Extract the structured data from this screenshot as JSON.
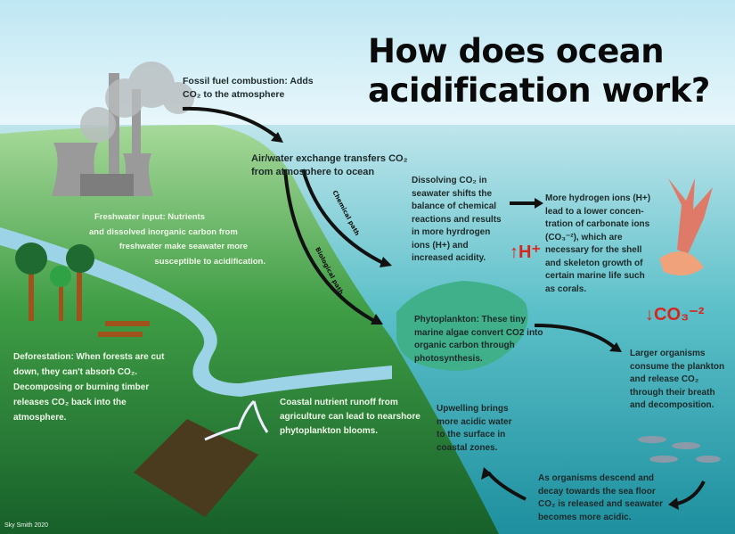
{
  "title": {
    "line1": "How does ocean",
    "line2": "acidification work?"
  },
  "labels": {
    "fossil": [
      "Fossil fuel combustion: Adds",
      "CO₂ to the atmosphere"
    ],
    "exchange": [
      "Air/water exchange transfers CO₂",
      "from atmosphere to ocean"
    ],
    "chemical_path": "Chemical path",
    "biological_path": "Biological path",
    "dissolving": [
      "Dissolving CO₂ in",
      "seawater shifts the",
      "balance of chemical",
      "reactions and results",
      "in more hyrdrogen",
      "ions (H+) and",
      "increased acidity."
    ],
    "hydrogen": [
      "More hydrogen ions (H+)",
      "lead to a lower concen-",
      "tration of carbonate ions",
      "(CO₃⁻²), which are",
      "necessary for the shell",
      "and skeleton growth of",
      "certain marine life such",
      "as corals."
    ],
    "h_plus": "H⁺",
    "co3": "CO₃⁻²",
    "freshwater": [
      "Freshwater input: Nutrients",
      "and dissolved inorganic carbon from",
      "freshwater make seawater more",
      "susceptible to acidification."
    ],
    "deforestation": [
      "Deforestation: When forests are cut",
      "down, they can't absorb CO₂.",
      "Decomposing or burning timber",
      "releases CO₂ back into the",
      "atmosphere."
    ],
    "phytoplankton": [
      "Phytoplankton: These tiny",
      "marine algae convert CO2 into",
      "organic carbon through",
      "photosynthesis."
    ],
    "larger": [
      "Larger organisms",
      "consume the plankton",
      "and release CO₂",
      "through their breath",
      "and decomposition."
    ],
    "coastal": [
      "Coastal nutrient runoff from",
      "agriculture can lead to nearshore",
      "phytoplankton blooms."
    ],
    "upwelling": [
      "Upwelling brings",
      "more acidic water",
      "to the surface in",
      "coastal zones."
    ],
    "descend": [
      "As organisms descend and",
      "decay towards the sea floor",
      "CO₂ is released and seawater",
      "becomes more acidic."
    ],
    "credit": "Sky Smith 2020"
  },
  "colors": {
    "red": "#d7261e",
    "land": "#2f8a3a",
    "ocean": "#3fb0bd"
  }
}
